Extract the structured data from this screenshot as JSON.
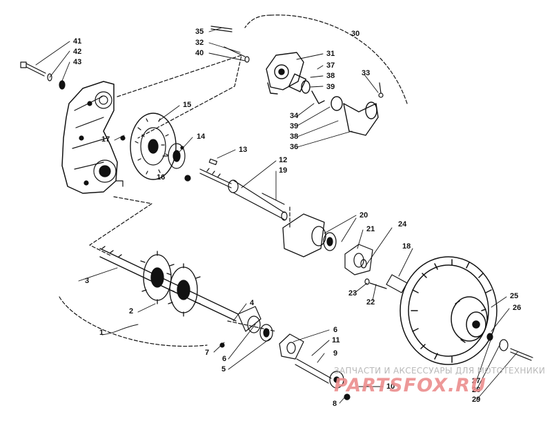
{
  "diagram": {
    "labels": [
      {
        "num": "1"
      },
      {
        "num": "2"
      },
      {
        "num": "3"
      },
      {
        "num": "4"
      },
      {
        "num": "5"
      },
      {
        "num": "6"
      },
      {
        "num": "6"
      },
      {
        "num": "7"
      },
      {
        "num": "8"
      },
      {
        "num": "9"
      },
      {
        "num": "10"
      },
      {
        "num": "11"
      },
      {
        "num": "12"
      },
      {
        "num": "13"
      },
      {
        "num": "14"
      },
      {
        "num": "15"
      },
      {
        "num": "16"
      },
      {
        "num": "17"
      },
      {
        "num": "18"
      },
      {
        "num": "19"
      },
      {
        "num": "20"
      },
      {
        "num": "21"
      },
      {
        "num": "22"
      },
      {
        "num": "23"
      },
      {
        "num": "24"
      },
      {
        "num": "25"
      },
      {
        "num": "26"
      },
      {
        "num": "27"
      },
      {
        "num": "28"
      },
      {
        "num": "29"
      },
      {
        "num": "30"
      },
      {
        "num": "31"
      },
      {
        "num": "32"
      },
      {
        "num": "33"
      },
      {
        "num": "34"
      },
      {
        "num": "35"
      },
      {
        "num": "36"
      },
      {
        "num": "37"
      },
      {
        "num": "38"
      },
      {
        "num": "38"
      },
      {
        "num": "39"
      },
      {
        "num": "39"
      },
      {
        "num": "40"
      },
      {
        "num": "41"
      },
      {
        "num": "42"
      },
      {
        "num": "43"
      }
    ]
  },
  "watermark": {
    "text": "ЗАПЧАСТИ И АКСЕССУАРЫ ДЛЯ МОТОТЕХНИКИ",
    "logo": "PARTSFOX.RU"
  },
  "colors": {
    "ink": "#111111",
    "watermark_text": "#b9b9b9",
    "watermark_logo": "#ec8d8d"
  }
}
